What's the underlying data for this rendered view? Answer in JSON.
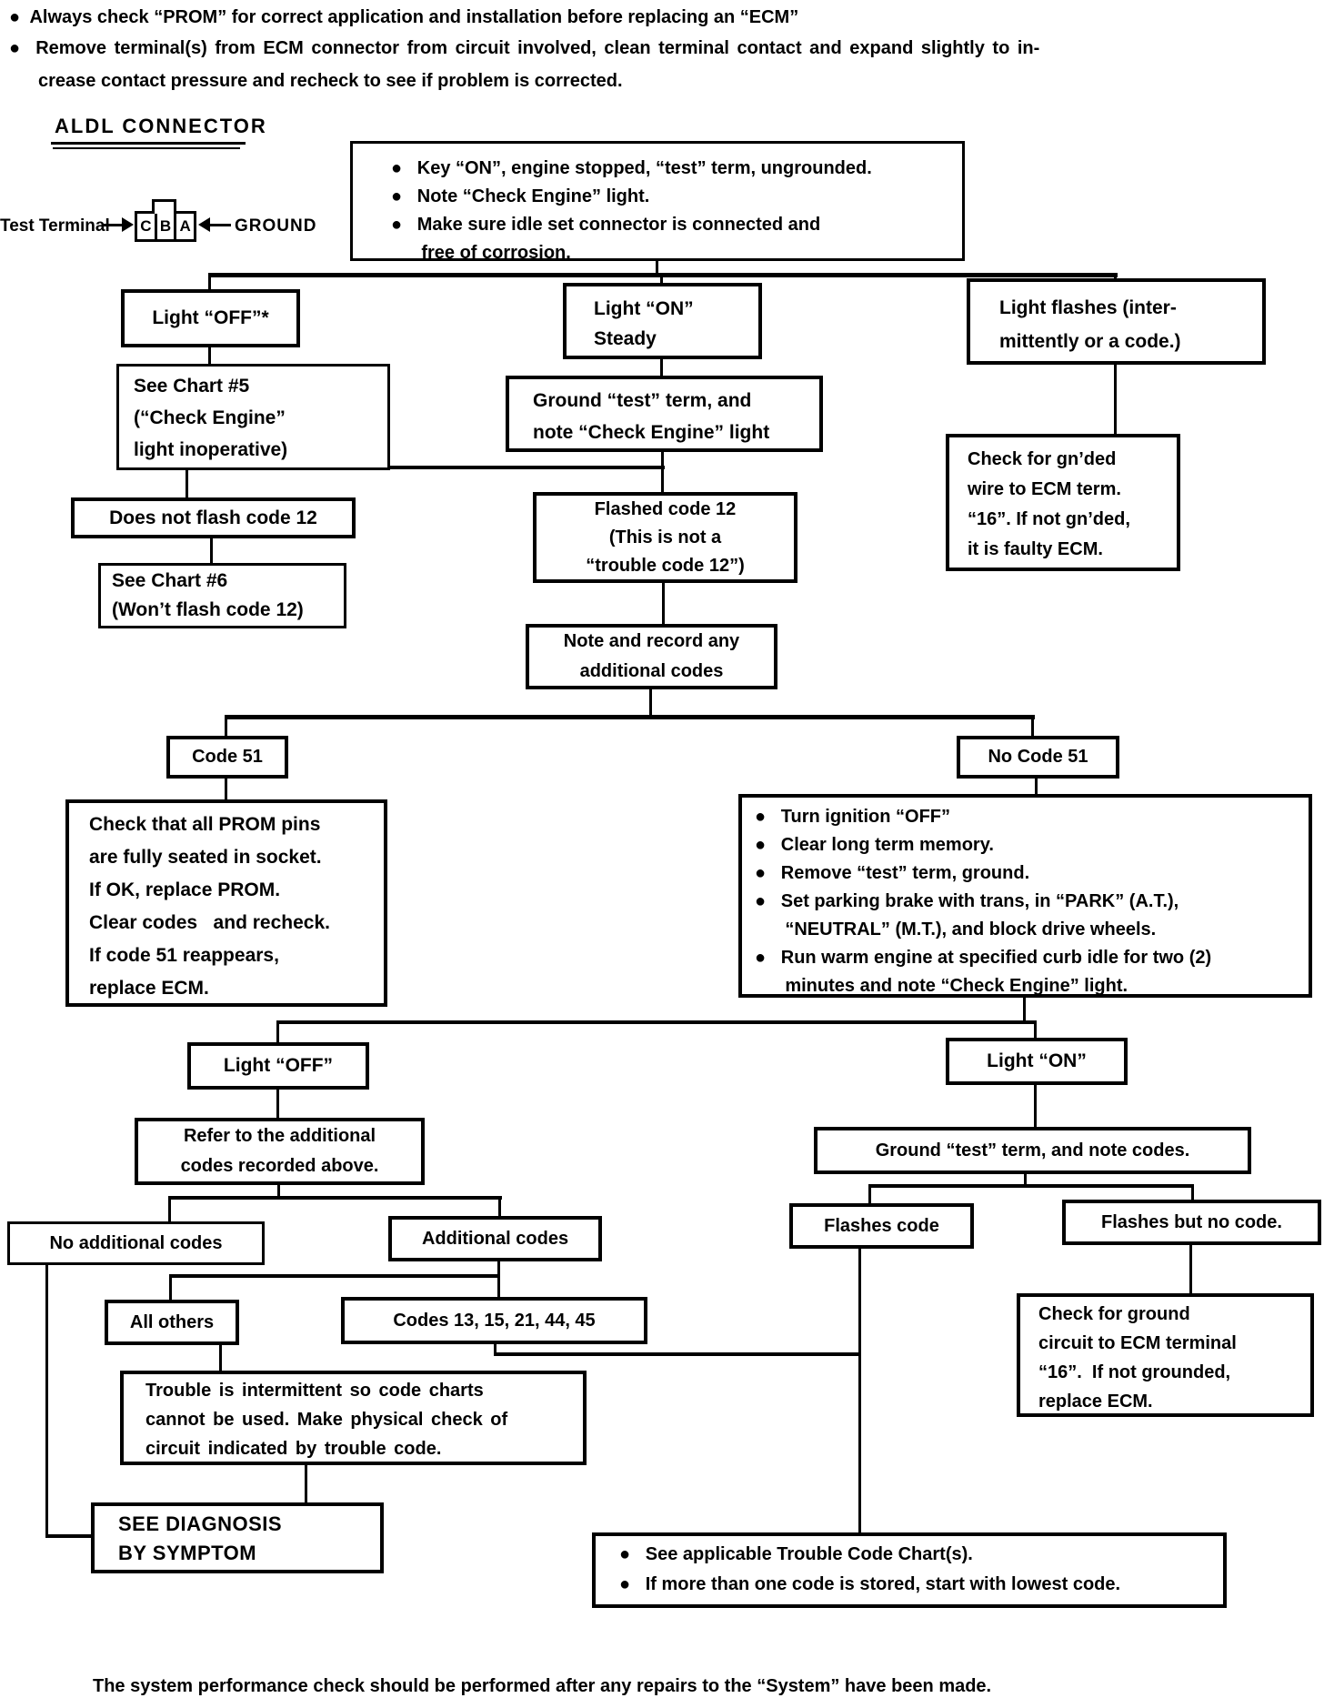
{
  "colors": {
    "ink": "#000000",
    "paper": "#ffffff"
  },
  "header": {
    "lines": [
      "●  Always check “PROM” for correct application and installation before replacing an “ECM”",
      "●  Remove terminal(s) from ECM connector from circuit involved, clean terminal contact and expand slightly to in-",
      "crease contact pressure and recheck to see if problem is corrected."
    ]
  },
  "aldl": {
    "title": "ALDL CONNECTOR",
    "test_terminal_label": "Test Terminal",
    "ground_label": "GROUND",
    "pins": [
      "C",
      "B",
      "A"
    ]
  },
  "nodes": {
    "start": {
      "lines": [
        "●   Key “ON”, engine stopped, “test” term, ungrounded.",
        "●   Note “Check Engine” light.",
        "●   Make sure idle set connector is connected and",
        "      free of corrosion."
      ]
    },
    "light_off": {
      "lines": [
        "Light “OFF”*"
      ]
    },
    "light_on_steady": {
      "lines": [
        "Light “ON”",
        "Steady"
      ]
    },
    "light_flashes": {
      "lines": [
        "Light flashes (inter-",
        "mittently or a code.)"
      ]
    },
    "see_chart_5": {
      "lines": [
        "See Chart #5",
        "(“Check Engine”",
        "light inoperative)"
      ]
    },
    "ground_test_note_light": {
      "lines": [
        "Ground “test” term, and",
        "note “Check Engine” light"
      ]
    },
    "check_grounded_wire": {
      "lines": [
        "Check for gn’ded",
        "wire to ECM term.",
        "“16”. If not gn’ded,",
        "it is faulty ECM."
      ]
    },
    "does_not_flash_12": {
      "lines": [
        "Does not flash code 12"
      ]
    },
    "see_chart_6": {
      "lines": [
        "See Chart #6",
        "(Won’t flash code 12)"
      ]
    },
    "flashed_code_12": {
      "lines": [
        "Flashed code 12",
        "(This is not a",
        "“trouble code 12”)"
      ]
    },
    "note_record_codes": {
      "lines": [
        "Note and record any",
        "additional codes"
      ]
    },
    "code_51": {
      "lines": [
        "Code 51"
      ]
    },
    "no_code_51": {
      "lines": [
        "No Code 51"
      ]
    },
    "prom_check": {
      "lines": [
        "Check that all PROM pins",
        "are fully seated in socket.",
        "If OK, replace PROM.",
        "Clear codes   and recheck.",
        "If code 51 reappears,",
        "replace ECM."
      ]
    },
    "no_code_51_steps": {
      "lines": [
        "●   Turn ignition “OFF”",
        "●   Clear long term memory.",
        "●   Remove “test” term, ground.",
        "●   Set parking brake with trans, in “PARK” (A.T.),",
        "      “NEUTRAL” (M.T.), and block drive wheels.",
        "●   Run warm engine at specified curb idle for two (2)",
        "      minutes and note “Check Engine” light."
      ]
    },
    "light_off_2": {
      "lines": [
        "Light “OFF”"
      ]
    },
    "light_on_2": {
      "lines": [
        "Light “ON”"
      ]
    },
    "refer_additional_codes": {
      "lines": [
        "Refer to the additional",
        "codes recorded above."
      ]
    },
    "ground_test_note_codes": {
      "lines": [
        "Ground “test” term, and note codes."
      ]
    },
    "no_additional_codes": {
      "lines": [
        "No additional codes"
      ]
    },
    "additional_codes": {
      "lines": [
        "Additional codes"
      ]
    },
    "flashes_code": {
      "lines": [
        "Flashes code"
      ]
    },
    "flashes_but_no_code": {
      "lines": [
        "Flashes but no code."
      ]
    },
    "all_others": {
      "lines": [
        "All others"
      ]
    },
    "codes_list": {
      "lines": [
        "Codes 13, 15, 21, 44, 45"
      ]
    },
    "check_ground_circuit": {
      "lines": [
        "Check for ground",
        "circuit to ECM terminal",
        "“16”.  If not grounded,",
        "replace ECM."
      ]
    },
    "trouble_intermittent": {
      "lines": [
        "Trouble is intermittent so code charts",
        "cannot be used. Make physical check of",
        "circuit indicated by trouble code."
      ]
    },
    "see_diagnosis_by_symptom": {
      "lines": [
        "SEE DIAGNOSIS",
        "BY SYMPTOM"
      ]
    },
    "trouble_code_charts": {
      "lines": [
        "●   See applicable Trouble Code Chart(s).",
        "●   If more than one code is stored, start with lowest code."
      ]
    }
  },
  "footer": {
    "text": "The system performance check should be performed after any repairs to the “System” have been made."
  }
}
